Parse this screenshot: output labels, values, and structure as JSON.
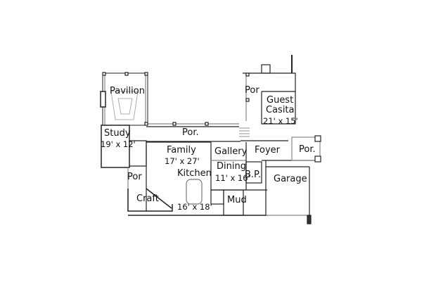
{
  "floorplan": {
    "rooms": [
      {
        "id": "pavilion",
        "label": "Pavilion",
        "dimensions": ""
      },
      {
        "id": "porch-top",
        "label": "Por.",
        "dimensions": ""
      },
      {
        "id": "guest-casita",
        "label": "Guest Casita",
        "line1": "Guest",
        "line2": "Casita",
        "dimensions": "21' x 15'"
      },
      {
        "id": "porch-guest",
        "label": "Por",
        "dimensions": ""
      },
      {
        "id": "study",
        "label": "Study",
        "dimensions": "19' x 12'"
      },
      {
        "id": "family",
        "label": "Family",
        "dimensions": "17' x 27'"
      },
      {
        "id": "gallery",
        "label": "Gallery",
        "dimensions": ""
      },
      {
        "id": "foyer",
        "label": "Foyer",
        "dimensions": ""
      },
      {
        "id": "porch-right",
        "label": "Por.",
        "dimensions": ""
      },
      {
        "id": "dining",
        "label": "Dining",
        "dimensions": "11' x 16'"
      },
      {
        "id": "bp",
        "label": "B.P.",
        "dimensions": ""
      },
      {
        "id": "garage",
        "label": "Garage",
        "dimensions": ""
      },
      {
        "id": "kitchen",
        "label": "Kitchen",
        "dimensions": "16' x 18'"
      },
      {
        "id": "porch-left",
        "label": "Por",
        "dimensions": ""
      },
      {
        "id": "craft",
        "label": "Craft",
        "dimensions": ""
      },
      {
        "id": "mud",
        "label": "Mud",
        "dimensions": ""
      }
    ]
  }
}
